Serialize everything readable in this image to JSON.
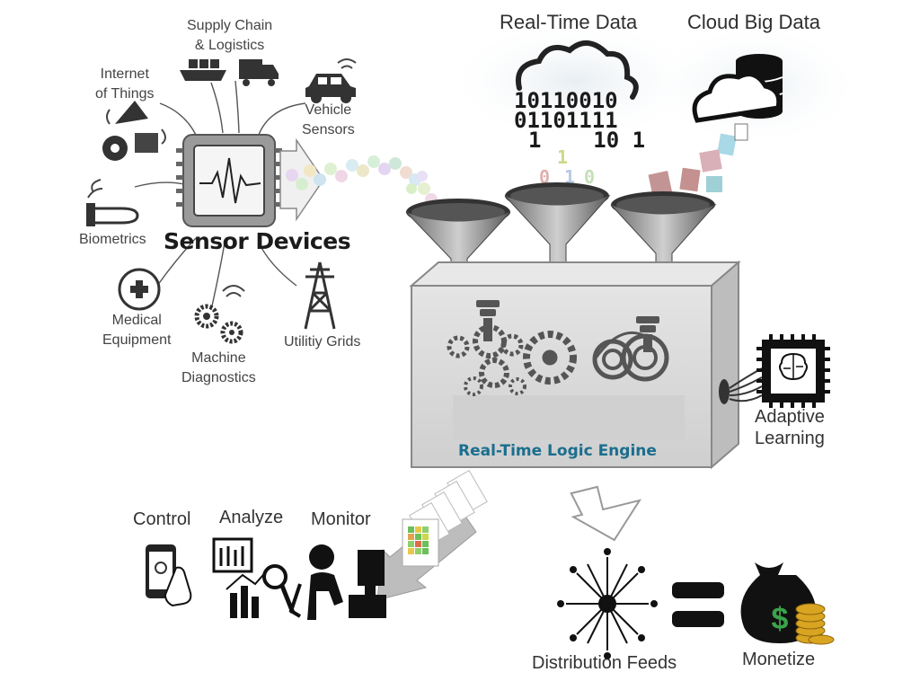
{
  "sources": {
    "supply_chain": "Supply Chain\n& Logistics",
    "iot": "Internet\nof Things",
    "vehicle": "Vehicle\nSensors",
    "biometrics": "Biometrics",
    "medical": "Medical\nEquipment",
    "machine": "Machine\nDiagnostics",
    "utility": "Utilitiy Grids"
  },
  "hub": {
    "title": "Sensor Devices"
  },
  "data_sources": {
    "realtime": "Real-Time Data",
    "cloud": "Cloud Big Data",
    "binary_rows": [
      "10110010",
      "01101111",
      "1    10 1"
    ]
  },
  "engine": {
    "title": "Real-Time Logic Engine"
  },
  "adaptive": {
    "label": "Adaptive\nLearning"
  },
  "actions": {
    "control": "Control",
    "analyze": "Analyze",
    "monitor": "Monitor"
  },
  "outputs": {
    "distribution": "Distribution Feeds",
    "monetize": "Monetize",
    "dollar": "$"
  },
  "colors": {
    "engine_title": "#1a6e8e",
    "icon": "#2b2b2b",
    "box": "#dcdcdc",
    "money_green": "#3aa34a",
    "coin": "#d9a520"
  }
}
